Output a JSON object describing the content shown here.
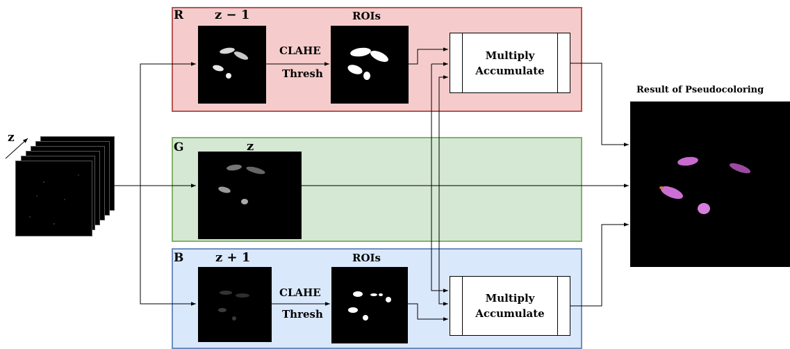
{
  "stack": {
    "axis_label": "z"
  },
  "channels": {
    "red": {
      "letter": "R",
      "input_label": "z − 1",
      "step_top": "CLAHE",
      "step_bottom": "Thresh",
      "roi_label": "ROIs",
      "op_line1": "Multiply",
      "op_line2": "Accumulate",
      "color": "#f5cccb",
      "border": "#b85450"
    },
    "green": {
      "letter": "G",
      "input_label": "z",
      "color": "#d5e8d4",
      "border": "#82b366"
    },
    "blue": {
      "letter": "B",
      "input_label": "z + 1",
      "step_top": "CLAHE",
      "step_bottom": "Thresh",
      "roi_label": "ROIs",
      "op_line1": "Multiply",
      "op_line2": "Accumulate",
      "color": "#dae8fc",
      "border": "#6c8ebf"
    }
  },
  "result": {
    "title": "Result of Pseudocoloring"
  }
}
